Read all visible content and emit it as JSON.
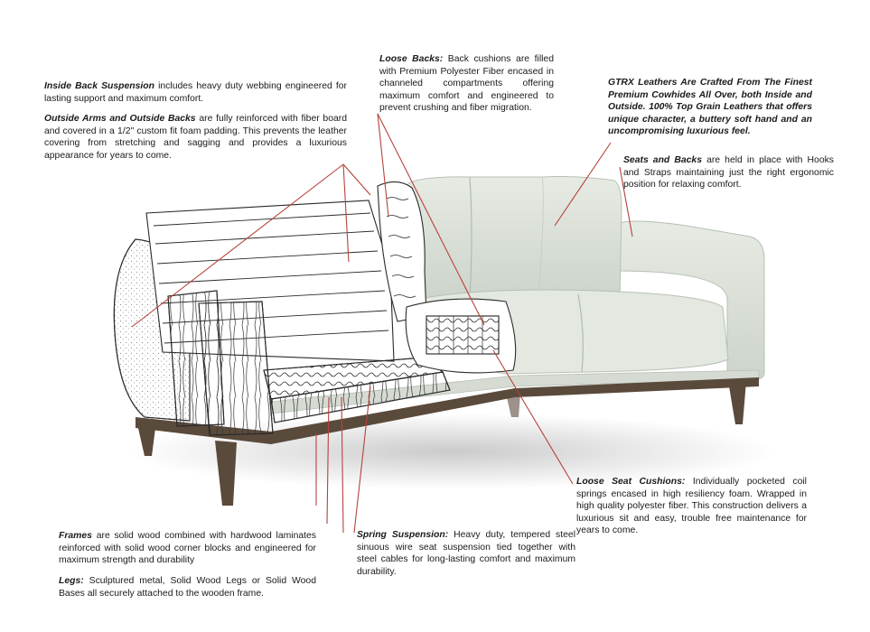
{
  "callouts": {
    "inside_back": {
      "lead": "Inside Back Suspension",
      "text": " includes heavy duty webbing engineered for lasting support and maximum comfort."
    },
    "outside_arms": {
      "lead": "Outside Arms and Outside Backs",
      "text": " are fully reinforced with fiber board and covered in a 1/2\" custom fit foam padding. This prevents the leather covering from stretching and sagging and provides a luxurious appearance for years to come."
    },
    "loose_backs": {
      "lead": "Loose Backs:",
      "text": " Back cushions are filled with Premium Polyester Fiber encased in channeled compartments offering maximum comfort and engineered to prevent crushing and fiber migration."
    },
    "gtrx": {
      "text": "GTRX Leathers Are Crafted From The Finest Premium Cowhides All Over, both Inside and Outside. 100% Top Grain Leathers that offers unique character, a buttery soft hand and an uncompromising luxurious feel."
    },
    "seats_backs": {
      "lead": "Seats and Backs",
      "text": " are held in place with Hooks and Straps maintaining just the right ergonomic position for relaxing comfort."
    },
    "loose_seat": {
      "lead": "Loose Seat Cushions:",
      "text": " Individually pocketed coil springs encased in high resiliency foam. Wrapped in high quality polyester fiber. This construction delivers a luxurious sit and easy, trouble free maintenance for years to come."
    },
    "frames": {
      "lead": "Frames",
      "text": " are solid wood combined with hardwood laminates reinforced with solid wood corner blocks and engineered for maximum strength and durability"
    },
    "legs": {
      "lead": "Legs:",
      "text": " Sculptured metal, Solid Wood Legs or Solid Wood Bases all securely attached to the wooden frame."
    },
    "spring": {
      "lead": "Spring Suspension:",
      "text": " Heavy duty, tempered steel sinuous wire seat suspension tied together with steel cables for long-lasting comfort and maximum durability."
    }
  },
  "colors": {
    "leader_line": "#b5433a",
    "leather": "#dfe5dd",
    "leather_shadow": "#c9d0c7",
    "wood_base": "#5a4a3c",
    "sketch_line": "#2a2a2a"
  }
}
